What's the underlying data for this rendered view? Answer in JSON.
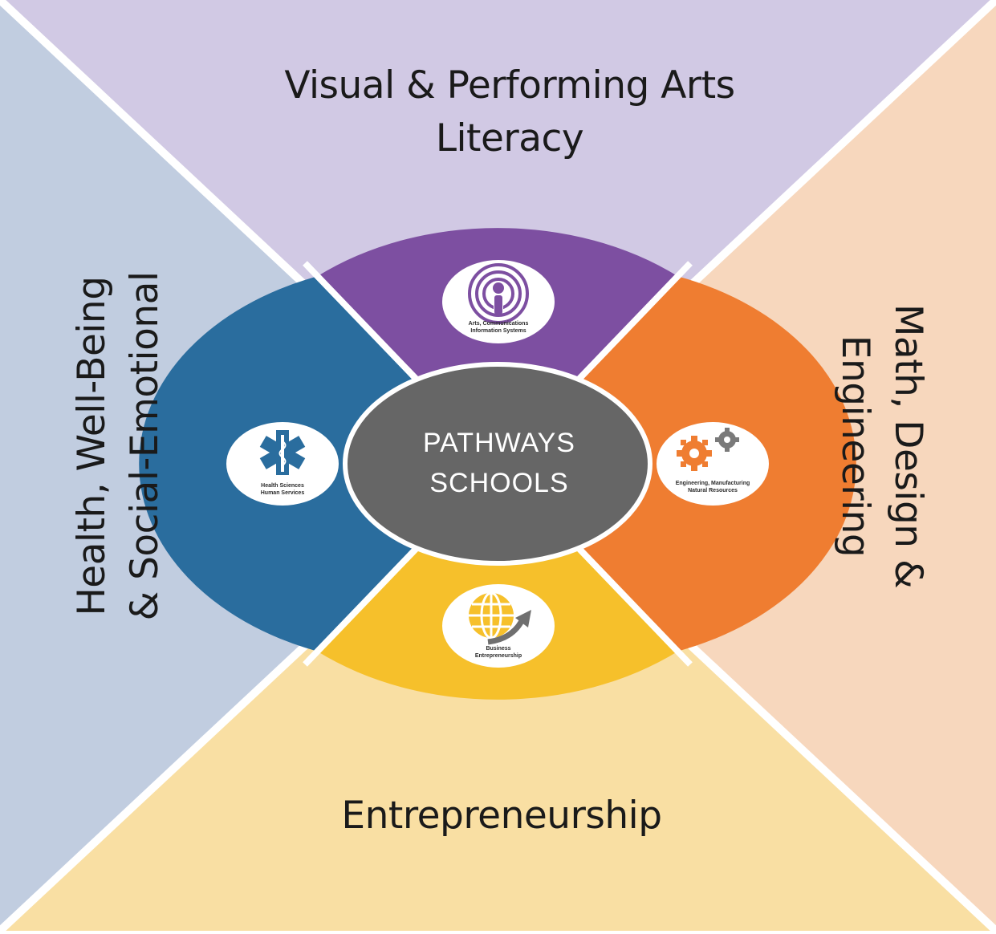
{
  "quadrants": {
    "top": {
      "lines": [
        "Visual & Performing Arts",
        "Literacy"
      ],
      "color": "#d1c9e4"
    },
    "right": {
      "lines": [
        "Math, Design &",
        "Engineering"
      ],
      "color": "#f7d7bd"
    },
    "bottom": {
      "lines": [
        "Entrepreneurship"
      ],
      "color": "#f9dfa3"
    },
    "left": {
      "lines": [
        "Health, Well-Being",
        "& Social-Emotional"
      ],
      "color": "#c1cde0"
    }
  },
  "center": {
    "line1": "PATHWAYS",
    "line2": "SCHOOLS",
    "color": "#666666"
  },
  "segments": {
    "top": {
      "color": "#7d4fa1",
      "badge_lines": [
        "Arts, Communications",
        "Information Systems"
      ],
      "icon": "broadcast-person-icon"
    },
    "right": {
      "color": "#ef7d31",
      "badge_lines": [
        "Engineering, Manufacturing",
        "Natural Resources"
      ],
      "icon": "gears-icon"
    },
    "bottom": {
      "color": "#f6c02b",
      "badge_lines": [
        "Business",
        "Entrepreneurship"
      ],
      "icon": "globe-arrow-icon"
    },
    "left": {
      "color": "#2a6d9e",
      "badge_lines": [
        "Health Sciences",
        "Human Services"
      ],
      "icon": "star-of-life-icon"
    }
  }
}
